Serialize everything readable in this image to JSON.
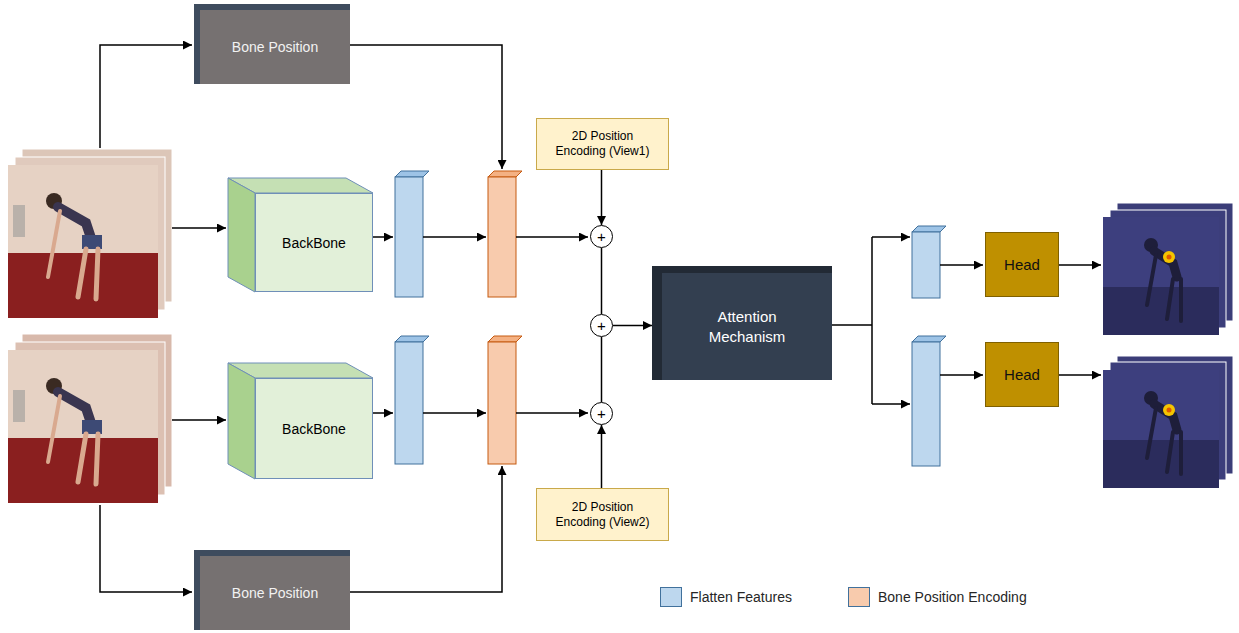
{
  "diagram": {
    "nodes": [
      {
        "text": [
          "Bone Position"
        ]
      },
      {
        "text": [
          "2D Position Encoding (View1)"
        ]
      },
      {
        "text": [
          "BackBone"
        ]
      },
      {
        "text": [
          "+"
        ]
      },
      {
        "text": [
          "+"
        ]
      },
      {
        "text": [
          "Attention Mechanism"
        ]
      },
      {
        "text": [
          "Head"
        ]
      },
      {
        "text": [
          "BackBone"
        ]
      },
      {
        "text": [
          "+"
        ]
      },
      {
        "text": [
          "Head"
        ]
      },
      {
        "text": [
          "2D Position Encoding (View2)"
        ]
      },
      {
        "text": [
          "Bone Position"
        ]
      }
    ],
    "edges": [
      {
        "from": 1,
        "to": 3,
        "arrow": "to"
      },
      {
        "from": 10,
        "to": 8,
        "arrow": "to"
      },
      {
        "from": 3,
        "to": 4,
        "arrow": "none"
      },
      {
        "from": 8,
        "to": 4,
        "arrow": "none"
      },
      {
        "from": 4,
        "to": 5,
        "arrow": "to"
      }
    ],
    "legend": [
      {
        "text": "Flatten Features",
        "color": "#bdd7ee"
      },
      {
        "text": "Bone Position Encoding",
        "color": "#f8cbad"
      }
    ]
  }
}
